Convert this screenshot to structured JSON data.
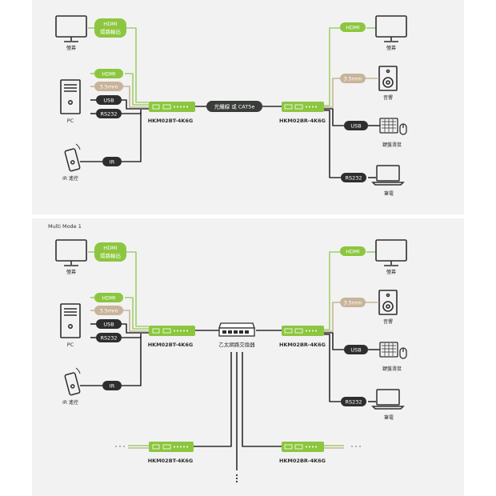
{
  "colors": {
    "panel": "#f2f2f2",
    "green": "#8cc63f",
    "green_line": "#9fd06a",
    "tan": "#c8b49a",
    "dark": "#2e2e2e",
    "device_dark": "#3a3d3a"
  },
  "labels": {
    "monitor": "螢幕",
    "pc": "PC",
    "ir_remote": "IR 遙控",
    "speaker": "音響",
    "keyboard_mouse": "鍵盤滑鼠",
    "laptop": "筆電",
    "tx": "HKM02BT-4K6G",
    "rx": "HKM02BR-4K6G",
    "switch": "乙太網路交換器",
    "mode": "Multi Mode 1"
  },
  "tags": {
    "hdmi_loop_1": "HDMI",
    "hdmi_loop_2": "環路輸出",
    "hdmi": "HDMI",
    "audio": "3.5mm",
    "usb": "USB",
    "rs232": "RS232",
    "ir": "IR",
    "cable": "光纖線 或 CAT5e"
  },
  "icons": [
    "monitor-icon",
    "pc-tower-icon",
    "remote-icon",
    "speaker-icon",
    "keyboard-icon",
    "mouse-icon",
    "laptop-icon",
    "switch-icon",
    "extender-icon"
  ]
}
